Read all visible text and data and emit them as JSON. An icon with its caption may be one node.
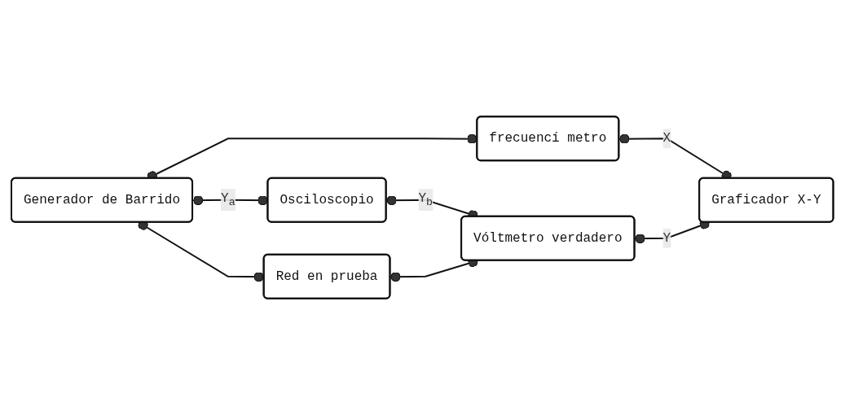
{
  "diagram": {
    "nodes": [
      {
        "text": [
          "Osciloscopio"
        ]
      },
      {
        "text": [
          "Generador de Barrido"
        ]
      },
      {
        "text": [
          "Red en prueba"
        ]
      },
      {
        "text": [
          "Vóltmetro verdadero"
        ]
      },
      {
        "text": [
          "frecuencí metro"
        ]
      },
      {
        "text": [
          "Graficador X-Y"
        ]
      }
    ],
    "edges": [
      {
        "from": 1,
        "to": 0,
        "arrow": "other",
        "label": "Y$_{a}$"
      },
      {
        "from": 0,
        "to": 3,
        "arrow": "other",
        "label": "Y$_{b}$"
      },
      {
        "from": 1,
        "to": 2,
        "arrow": "other"
      },
      {
        "from": 2,
        "to": 3,
        "arrow": "other"
      },
      {
        "from": 1,
        "to": 4,
        "arrow": "other"
      },
      {
        "from": 4,
        "to": 5,
        "arrow": "other",
        "label": "X"
      },
      {
        "from": 3,
        "to": 5,
        "arrow": "other",
        "label": "Y"
      }
    ]
  }
}
